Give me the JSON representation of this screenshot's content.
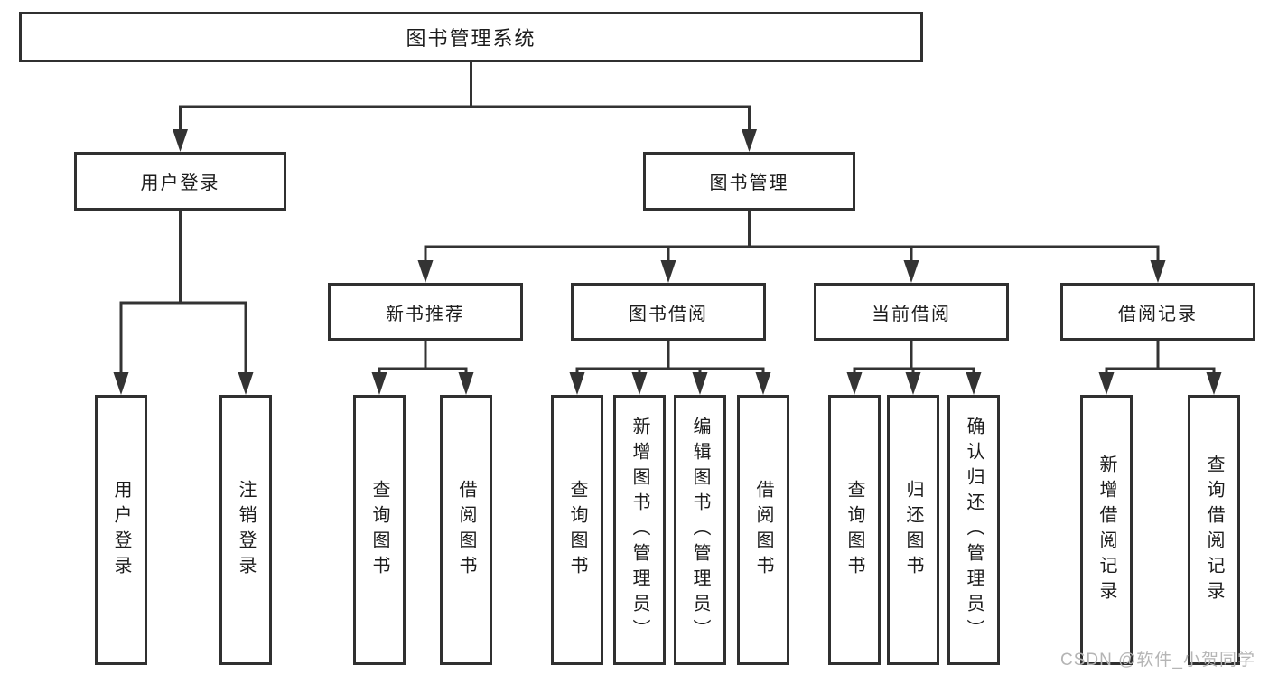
{
  "diagram": {
    "type": "tree",
    "root": {
      "label": "图书管理系统"
    },
    "level2": [
      {
        "label": "用户登录",
        "parent": "图书管理系统"
      },
      {
        "label": "图书管理",
        "parent": "图书管理系统"
      }
    ],
    "level3": [
      {
        "label": "新书推荐",
        "parent": "图书管理"
      },
      {
        "label": "图书借阅",
        "parent": "图书管理"
      },
      {
        "label": "当前借阅",
        "parent": "图书管理"
      },
      {
        "label": "借阅记录",
        "parent": "图书管理"
      }
    ],
    "leaves": [
      {
        "label": "用户登录",
        "parent": "用户登录"
      },
      {
        "label": "注销登录",
        "parent": "用户登录"
      },
      {
        "label": "查询图书",
        "parent": "新书推荐"
      },
      {
        "label": "借阅图书",
        "parent": "新书推荐"
      },
      {
        "label": "查询图书",
        "parent": "图书借阅"
      },
      {
        "label": "新增图书（管理员）",
        "parent": "图书借阅"
      },
      {
        "label": "编辑图书（管理员）",
        "parent": "图书借阅"
      },
      {
        "label": "借阅图书",
        "parent": "图书借阅"
      },
      {
        "label": "查询图书",
        "parent": "当前借阅"
      },
      {
        "label": "归还图书",
        "parent": "当前借阅"
      },
      {
        "label": "确认归还（管理员）",
        "parent": "当前借阅"
      },
      {
        "label": "新增借阅记录",
        "parent": "借阅记录"
      },
      {
        "label": "查询借阅记录",
        "parent": "借阅记录"
      }
    ],
    "colors": {
      "line": "#333333",
      "border": "#303030",
      "text": "#1c1c1c",
      "background": "#ffffff",
      "watermark": "#b5b5b5"
    }
  },
  "watermark": {
    "text": "CSDN @软件_小贺同学"
  }
}
